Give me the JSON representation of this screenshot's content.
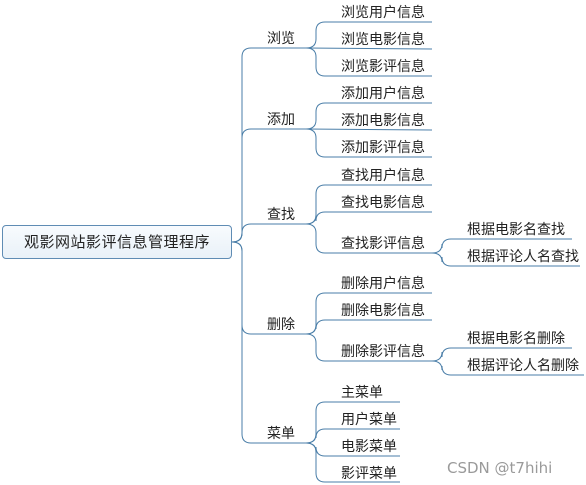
{
  "root": "观影网站影评信息管理程序",
  "branches": [
    {
      "label": "浏览",
      "children": [
        {
          "label": "浏览用户信息"
        },
        {
          "label": "浏览电影信息"
        },
        {
          "label": "浏览影评信息"
        }
      ]
    },
    {
      "label": "添加",
      "children": [
        {
          "label": "添加用户信息"
        },
        {
          "label": "添加电影信息"
        },
        {
          "label": "添加影评信息"
        }
      ]
    },
    {
      "label": "查找",
      "children": [
        {
          "label": "查找用户信息"
        },
        {
          "label": "查找电影信息"
        },
        {
          "label": "查找影评信息",
          "children": [
            {
              "label": "根据电影名查找"
            },
            {
              "label": "根据评论人名查找"
            }
          ]
        }
      ]
    },
    {
      "label": "删除",
      "children": [
        {
          "label": "删除用户信息"
        },
        {
          "label": "删除电影信息"
        },
        {
          "label": "删除影评信息",
          "children": [
            {
              "label": "根据电影名删除"
            },
            {
              "label": "根据评论人名删除"
            }
          ]
        }
      ]
    },
    {
      "label": "菜单",
      "children": [
        {
          "label": "主菜单"
        },
        {
          "label": "用户菜单"
        },
        {
          "label": "电影菜单"
        },
        {
          "label": "影评菜单"
        }
      ]
    }
  ],
  "watermark": "CSDN @t7hihi",
  "colors": {
    "connector": "#4a7ea8",
    "node_border": "#5f8cb4",
    "text": "#222222"
  }
}
